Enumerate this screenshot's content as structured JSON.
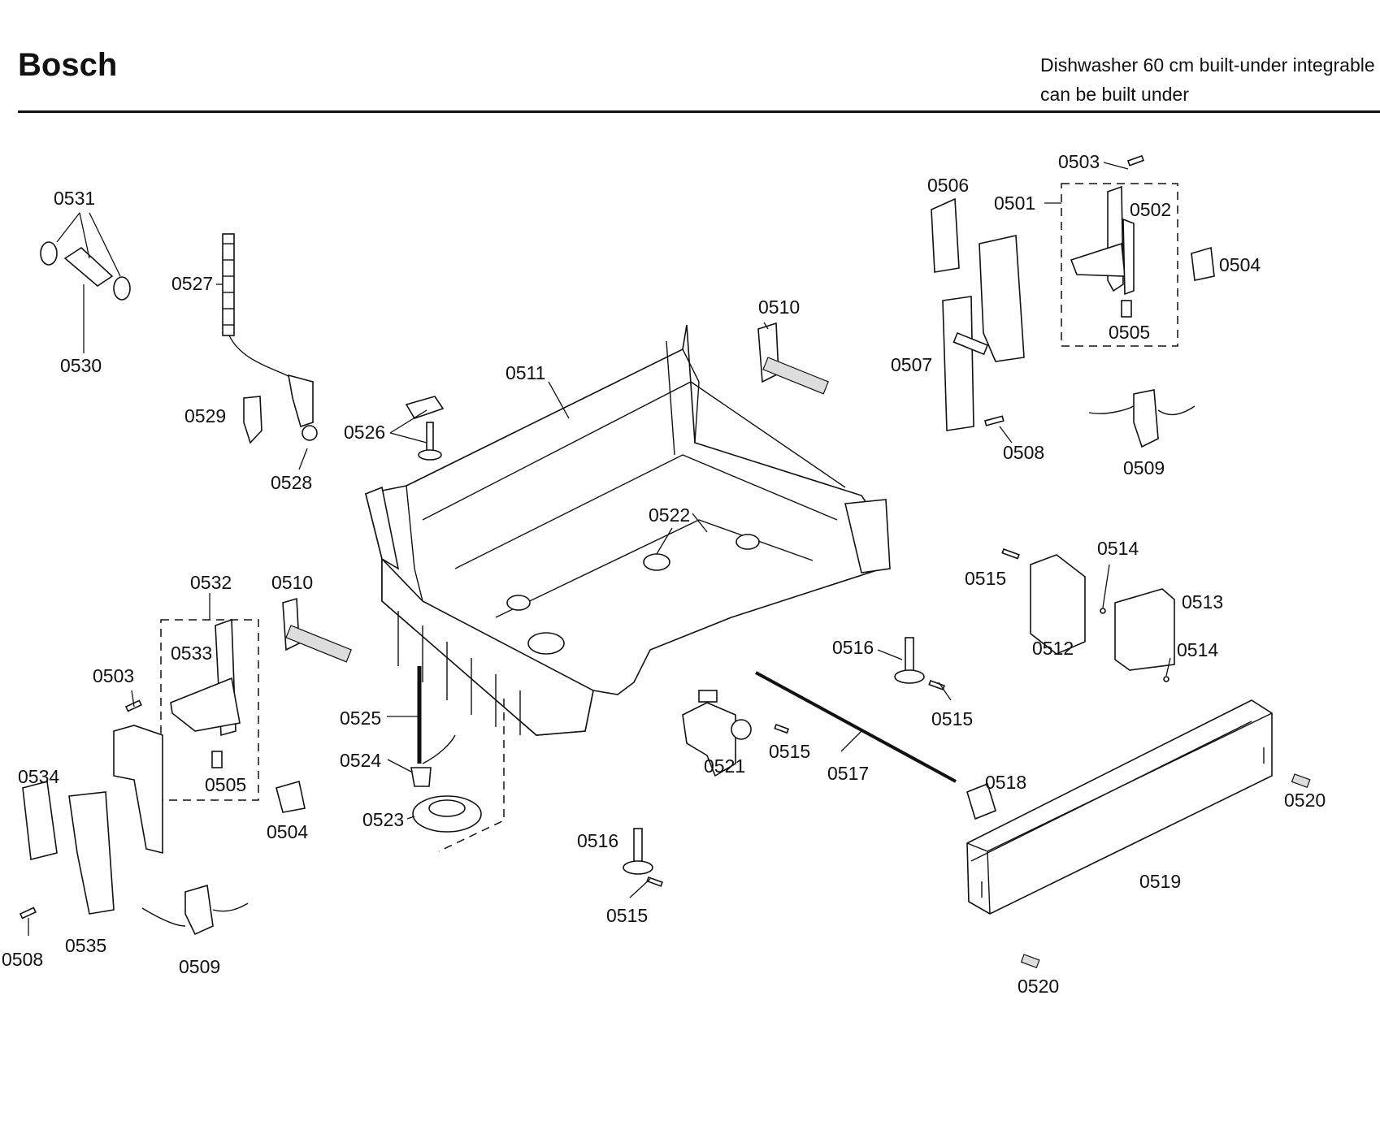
{
  "header": {
    "brand": "Bosch",
    "subtitle_line1": "Dishwasher 60 cm built-under integrable",
    "subtitle_line2": "can be built under"
  },
  "parts": {
    "p0501": "0501",
    "p0502": "0502",
    "p0503a": "0503",
    "p0503b": "0503",
    "p0504a": "0504",
    "p0504b": "0504",
    "p0505a": "0505",
    "p0505b": "0505",
    "p0506": "0506",
    "p0507": "0507",
    "p0508a": "0508",
    "p0508b": "0508",
    "p0509a": "0509",
    "p0509b": "0509",
    "p0510a": "0510",
    "p0510b": "0510",
    "p0511": "0511",
    "p0512": "0512",
    "p0513": "0513",
    "p0514a": "0514",
    "p0514b": "0514",
    "p0515a": "0515",
    "p0515b": "0515",
    "p0515c": "0515",
    "p0515d": "0515",
    "p0516a": "0516",
    "p0516b": "0516",
    "p0517": "0517",
    "p0518": "0518",
    "p0519": "0519",
    "p0520a": "0520",
    "p0520b": "0520",
    "p0521": "0521",
    "p0522": "0522",
    "p0523": "0523",
    "p0524": "0524",
    "p0525": "0525",
    "p0526": "0526",
    "p0527": "0527",
    "p0528": "0528",
    "p0529": "0529",
    "p0530": "0530",
    "p0531": "0531",
    "p0532": "0532",
    "p0533": "0533",
    "p0534": "0534",
    "p0535": "0535"
  }
}
